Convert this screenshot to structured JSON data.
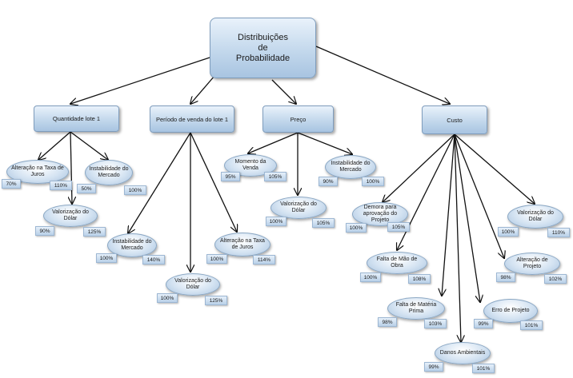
{
  "root": {
    "label": "Distribuições\nde\nProbabilidade"
  },
  "categories": [
    {
      "id": "quantidade",
      "label": "Quantidade lote 1"
    },
    {
      "id": "periodo",
      "label": "Período de venda do lote 1"
    },
    {
      "id": "preco",
      "label": "Preço"
    },
    {
      "id": "custo",
      "label": "Custo"
    }
  ],
  "leaves": [
    {
      "label": "Alteração na Taxa de Juros",
      "low": "70%",
      "high": "110%"
    },
    {
      "label": "Instabilidade do Mercado",
      "low": "50%",
      "high": "100%"
    },
    {
      "label": "Valorização do Dólar",
      "low": "90%",
      "high": "125%"
    },
    {
      "label": "Instabilidade do Mercado",
      "low": "100%",
      "high": "140%"
    },
    {
      "label": "Valorização do Dólar",
      "low": "100%",
      "high": "125%"
    },
    {
      "label": "Alteração na Taxa de Juros",
      "low": "100%",
      "high": "114%"
    },
    {
      "label": "Momento da Venda",
      "low": "95%",
      "high": "105%"
    },
    {
      "label": "Instabilidade do Mercado",
      "low": "90%",
      "high": "100%"
    },
    {
      "label": "Valorização do Dólar",
      "low": "100%",
      "high": "105%"
    },
    {
      "label": "Demora para aprovação do Projeto",
      "low": "100%",
      "high": "105%"
    },
    {
      "label": "Valorização do Dólar",
      "low": "100%",
      "high": "110%"
    },
    {
      "label": "Falta de Mão de Obra",
      "low": "100%",
      "high": "108%"
    },
    {
      "label": "Alteração de Projeto",
      "low": "98%",
      "high": "102%"
    },
    {
      "label": "Falta de Matéria Prima",
      "low": "98%",
      "high": "103%"
    },
    {
      "label": "Erro de Projeto",
      "low": "99%",
      "high": "101%"
    },
    {
      "label": "Danos Ambientais",
      "low": "99%",
      "high": "101%"
    }
  ]
}
